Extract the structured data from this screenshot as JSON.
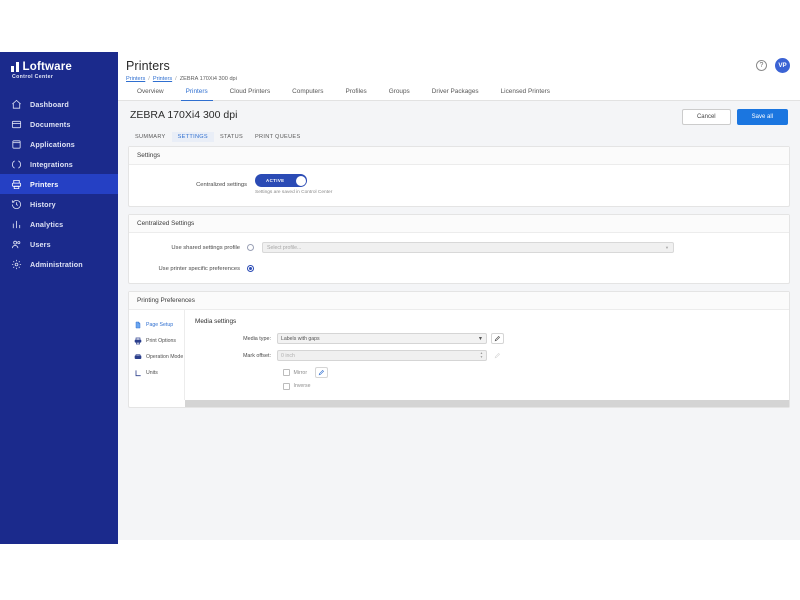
{
  "sidebar": {
    "logo": {
      "name": "Loftware",
      "subtitle": "Control Center"
    },
    "items": [
      {
        "label": "Dashboard",
        "icon": "home-icon",
        "active": false
      },
      {
        "label": "Documents",
        "icon": "documents-icon",
        "active": false
      },
      {
        "label": "Applications",
        "icon": "applications-icon",
        "active": false
      },
      {
        "label": "Integrations",
        "icon": "integrations-icon",
        "active": false
      },
      {
        "label": "Printers",
        "icon": "printer-icon",
        "active": true
      },
      {
        "label": "History",
        "icon": "history-icon",
        "active": false
      },
      {
        "label": "Analytics",
        "icon": "analytics-icon",
        "active": false
      },
      {
        "label": "Users",
        "icon": "users-icon",
        "active": false
      },
      {
        "label": "Administration",
        "icon": "gear-icon",
        "active": false
      }
    ]
  },
  "header": {
    "title": "Printers",
    "breadcrumb": {
      "first": "Printers",
      "second": "Printers",
      "current": "ZEBRA 170Xi4 300 dpi",
      "separator": "/"
    },
    "help_icon_label": "?",
    "avatar_initials": "VP"
  },
  "tabs": [
    {
      "label": "Overview",
      "active": false
    },
    {
      "label": "Printers",
      "active": true
    },
    {
      "label": "Cloud Printers",
      "active": false
    },
    {
      "label": "Computers",
      "active": false
    },
    {
      "label": "Profiles",
      "active": false
    },
    {
      "label": "Groups",
      "active": false
    },
    {
      "label": "Driver Packages",
      "active": false
    },
    {
      "label": "Licensed Printers",
      "active": false
    }
  ],
  "object": {
    "title": "ZEBRA 170Xi4 300 dpi",
    "cancel_label": "Cancel",
    "save_label": "Save all"
  },
  "subtabs": [
    {
      "label": "SUMMARY",
      "active": false
    },
    {
      "label": "SETTINGS",
      "active": true
    },
    {
      "label": "STATUS",
      "active": false
    },
    {
      "label": "PRINT QUEUES",
      "active": false
    }
  ],
  "settings_card": {
    "heading": "Settings",
    "centralized_label": "Centralized settings",
    "toggle_state": "ACTIVE",
    "helper_text": "Settings are saved in Control Center"
  },
  "centralized_card": {
    "heading": "Centralized Settings",
    "shared_profile_label": "Use shared settings profile",
    "shared_profile_selected": false,
    "profile_placeholder": "Select profile...",
    "printer_specific_label": "Use printer specific preferences",
    "printer_specific_selected": true
  },
  "preferences_card": {
    "heading": "Printing Preferences",
    "nav": [
      {
        "label": "Page Setup",
        "icon": "page-setup-icon",
        "active": true
      },
      {
        "label": "Print Options",
        "icon": "print-options-icon",
        "active": false
      },
      {
        "label": "Operation Mode",
        "icon": "operation-mode-icon",
        "active": false
      },
      {
        "label": "Units",
        "icon": "units-icon",
        "active": false
      }
    ],
    "section_title": "Media settings",
    "media_type": {
      "label": "Media type:",
      "value": "Labels with gaps",
      "disabled": false
    },
    "mark_offset": {
      "label": "Mark offset:",
      "value": "0 inch",
      "disabled": true
    },
    "checkboxes": [
      {
        "label": "Mirror",
        "checked": false,
        "has_pencil": true
      },
      {
        "label": "Inverse",
        "checked": false,
        "has_pencil": false
      }
    ]
  },
  "colors": {
    "sidebar_bg": "#1b2a8c",
    "sidebar_active": "#2540c4",
    "accent_blue": "#2f6fd0",
    "save_button": "#1b76e0",
    "toggle_on": "#2b4bb5",
    "content_bg": "#f4f5f7"
  }
}
